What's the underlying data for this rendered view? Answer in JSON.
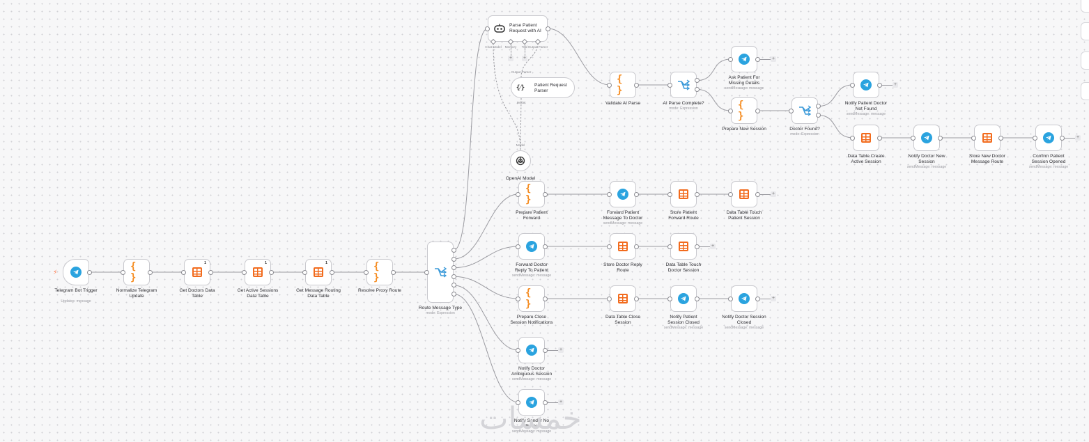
{
  "nodes": {
    "telegram_trigger": {
      "label": "Telegram Bot Trigger",
      "sub": "Updates: message"
    },
    "normalize": {
      "label": "Normalize Telegram Update"
    },
    "get_doctors": {
      "label": "Get Doctors Data Table",
      "badge": "1"
    },
    "get_active": {
      "label": "Get Active Sessions Data Table",
      "badge": "1"
    },
    "get_routing": {
      "label": "Get Message Routing Data Table",
      "badge": "1"
    },
    "resolve_proxy": {
      "label": "Resolve Proxy Route"
    },
    "route_type": {
      "label": "Route Message Type",
      "sub": "mode: Expression"
    },
    "parse_ai": {
      "label": "Parse Patient Request with AI",
      "ports": [
        "Chat Model",
        "Memory",
        "Tool",
        "Output Parser"
      ]
    },
    "patient_parser": {
      "label": "Patient Request Parser",
      "port_top": "Output Parser",
      "port_bottom": "Model"
    },
    "openai": {
      "label": "OpenAI Model",
      "port": "Model"
    },
    "validate_ai": {
      "label": "Validate AI Parse"
    },
    "ai_complete": {
      "label": "AI Parse Complete?",
      "sub": "mode: Expression"
    },
    "ask_missing": {
      "label": "Ask Patient For Missing Details",
      "sub": "sendMessage: message"
    },
    "prepare_session": {
      "label": "Prepare New Session"
    },
    "doctor_found": {
      "label": "Doctor Found?",
      "sub": "mode: Expression"
    },
    "notify_not_found": {
      "label": "Notify Patient Doctor Not Found",
      "sub": "sendMessage: message"
    },
    "dt_create_active": {
      "label": "Data Table Create Active Session"
    },
    "notify_doc_new": {
      "label": "Notify Doctor New Session",
      "sub": "sendMessage: message"
    },
    "store_doc_route": {
      "label": "Store New Doctor Message Route"
    },
    "confirm_patient": {
      "label": "Confirm Patient Session Opened",
      "sub": "sendMessage: message"
    },
    "prepare_forward": {
      "label": "Prepare Patient Forward"
    },
    "forward_patient": {
      "label": "Forward Patient Message To Doctor",
      "sub": "sendMessage: message"
    },
    "store_patient_route": {
      "label": "Store Patient Forward Route"
    },
    "touch_patient": {
      "label": "Data Table Touch Patient Session"
    },
    "forward_doctor": {
      "label": "Forward Doctor Reply To Patient",
      "sub": "sendMessage: message"
    },
    "store_doc_reply": {
      "label": "Store Doctor Reply Route"
    },
    "touch_doctor": {
      "label": "Data Table Touch Doctor Session"
    },
    "prepare_close": {
      "label": "Prepare Close Session Notifications"
    },
    "dt_close": {
      "label": "Data Table Close Session"
    },
    "notify_patient_closed": {
      "label": "Notify Patient Session Closed",
      "sub": "sendMessage: message"
    },
    "notify_doctor_closed": {
      "label": "Notify Doctor Session Closed",
      "sub": "sendMessage: message"
    },
    "notify_ambiguous": {
      "label": "Notify Doctor Ambiguous Session",
      "sub": "sendMessage: message"
    },
    "notify_no_route": {
      "label": "Notify Sender No Route",
      "sub": "sendMessage: message"
    }
  },
  "add_symbol": "+",
  "watermark": "خمسات",
  "colors": {
    "telegram": "#2aa3df",
    "code": "#f58b1f",
    "table": "#f26b1d",
    "switch": "#3b9ad9",
    "edge": "#9b9ba1"
  }
}
